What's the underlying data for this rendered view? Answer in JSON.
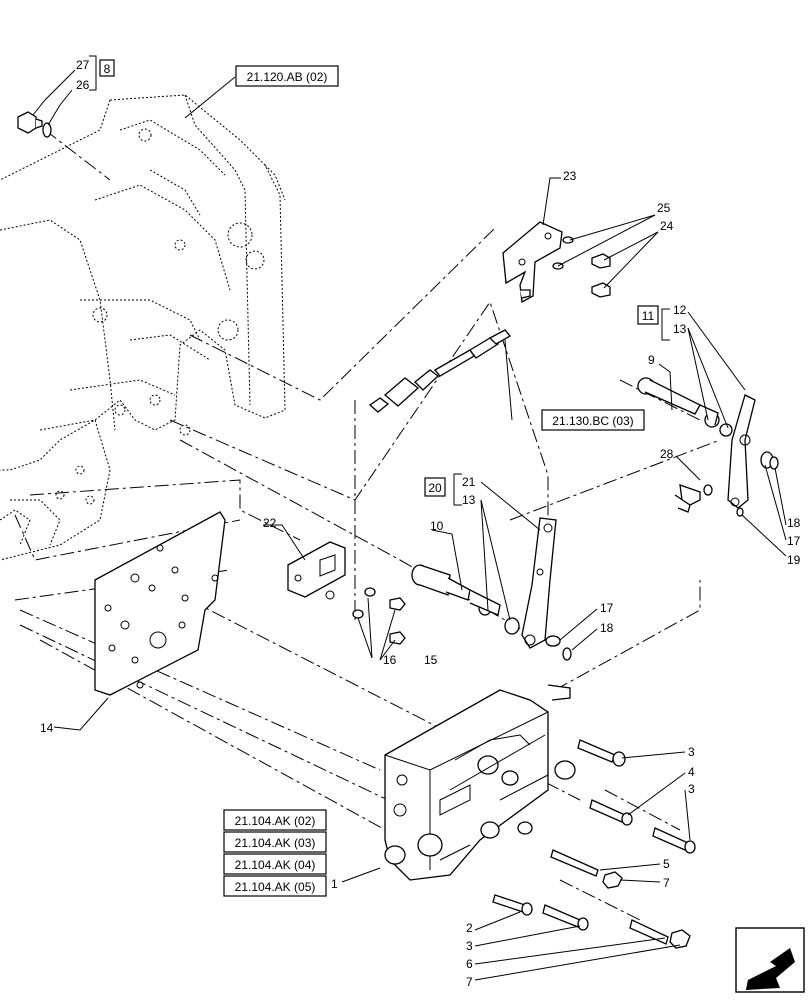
{
  "references": {
    "r_21_120_AB": "21.120.AB (02)",
    "r_21_130_BC": "21.130.BC (03)",
    "r_21_104_02": "21.104.AK (02)",
    "r_21_104_03": "21.104.AK (03)",
    "r_21_104_04": "21.104.AK (04)",
    "r_21_104_05": "21.104.AK (05)"
  },
  "kits": {
    "k8": "8",
    "k11": "11",
    "k20": "20"
  },
  "callouts": {
    "c27": "27",
    "c26": "26",
    "c23": "23",
    "c25": "25",
    "c24": "24",
    "c12": "12",
    "c13a": "13",
    "c9": "9",
    "c28": "28",
    "c18a": "18",
    "c17a": "17",
    "c19": "19",
    "c21": "21",
    "c13b": "13",
    "c10": "10",
    "c22": "22",
    "c17b": "17",
    "c18b": "18",
    "c16": "16",
    "c15": "15",
    "c14": "14",
    "c3a": "3",
    "c4": "4",
    "c3b": "3",
    "c5": "5",
    "c7a": "7",
    "c1": "1",
    "c2": "2",
    "c3c": "3",
    "c6": "6",
    "c7b": "7"
  }
}
